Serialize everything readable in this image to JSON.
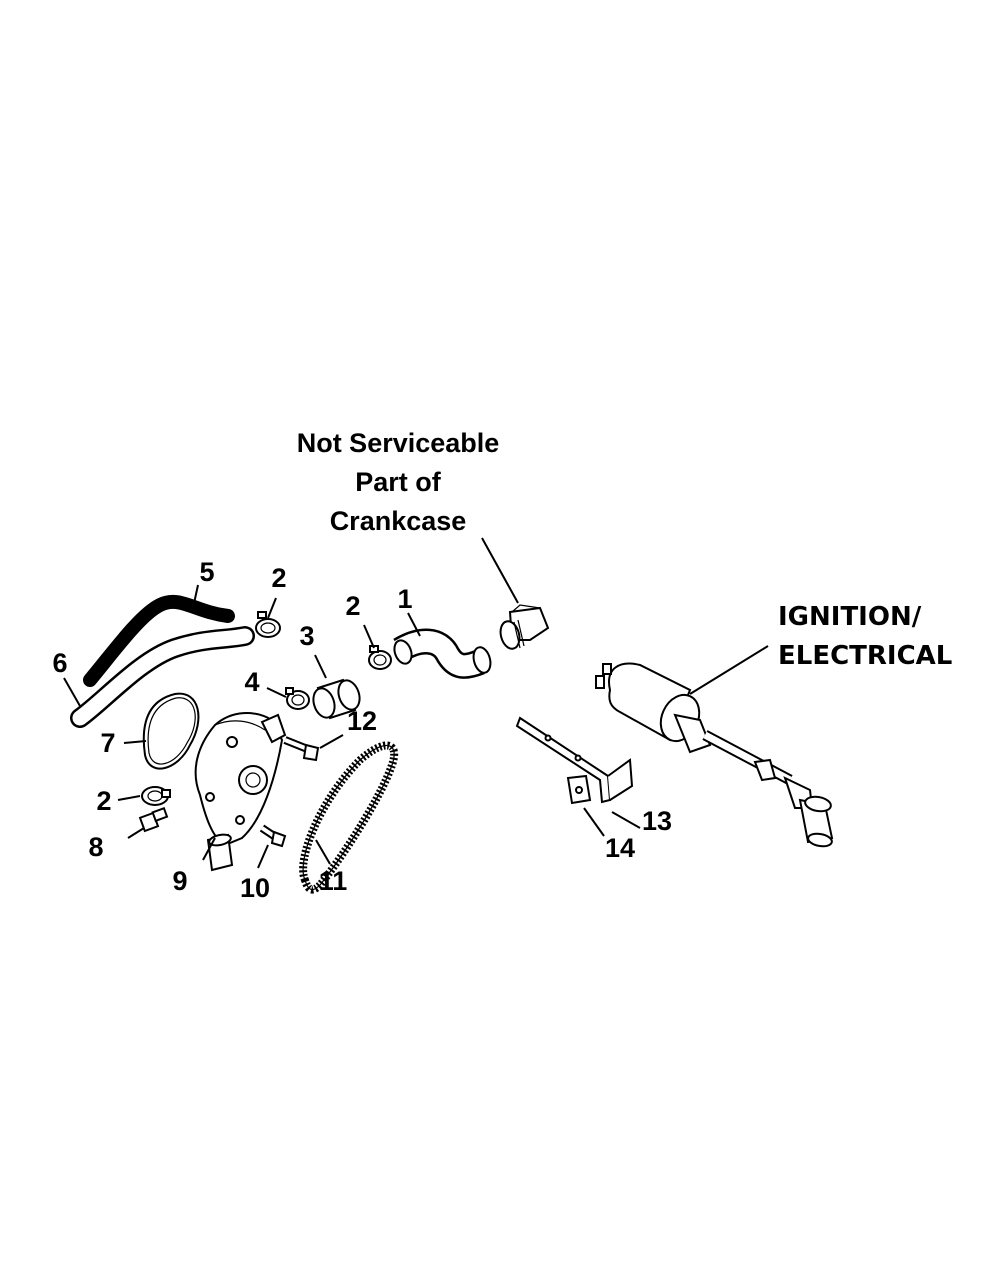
{
  "notes": {
    "not_serviceable_line1": "Not Serviceable",
    "not_serviceable_line2": "Part of",
    "not_serviceable_line3": "Crankcase",
    "ignition_line1": "IGNITION/",
    "ignition_line2": "ELECTRICAL"
  },
  "callouts": {
    "c1": "1",
    "c2a": "2",
    "c2b": "2",
    "c2c": "2",
    "c3": "3",
    "c4": "4",
    "c5": "5",
    "c6": "6",
    "c7": "7",
    "c8": "8",
    "c9": "9",
    "c10": "10",
    "c11": "11",
    "c12": "12",
    "c13": "13",
    "c14": "14"
  }
}
